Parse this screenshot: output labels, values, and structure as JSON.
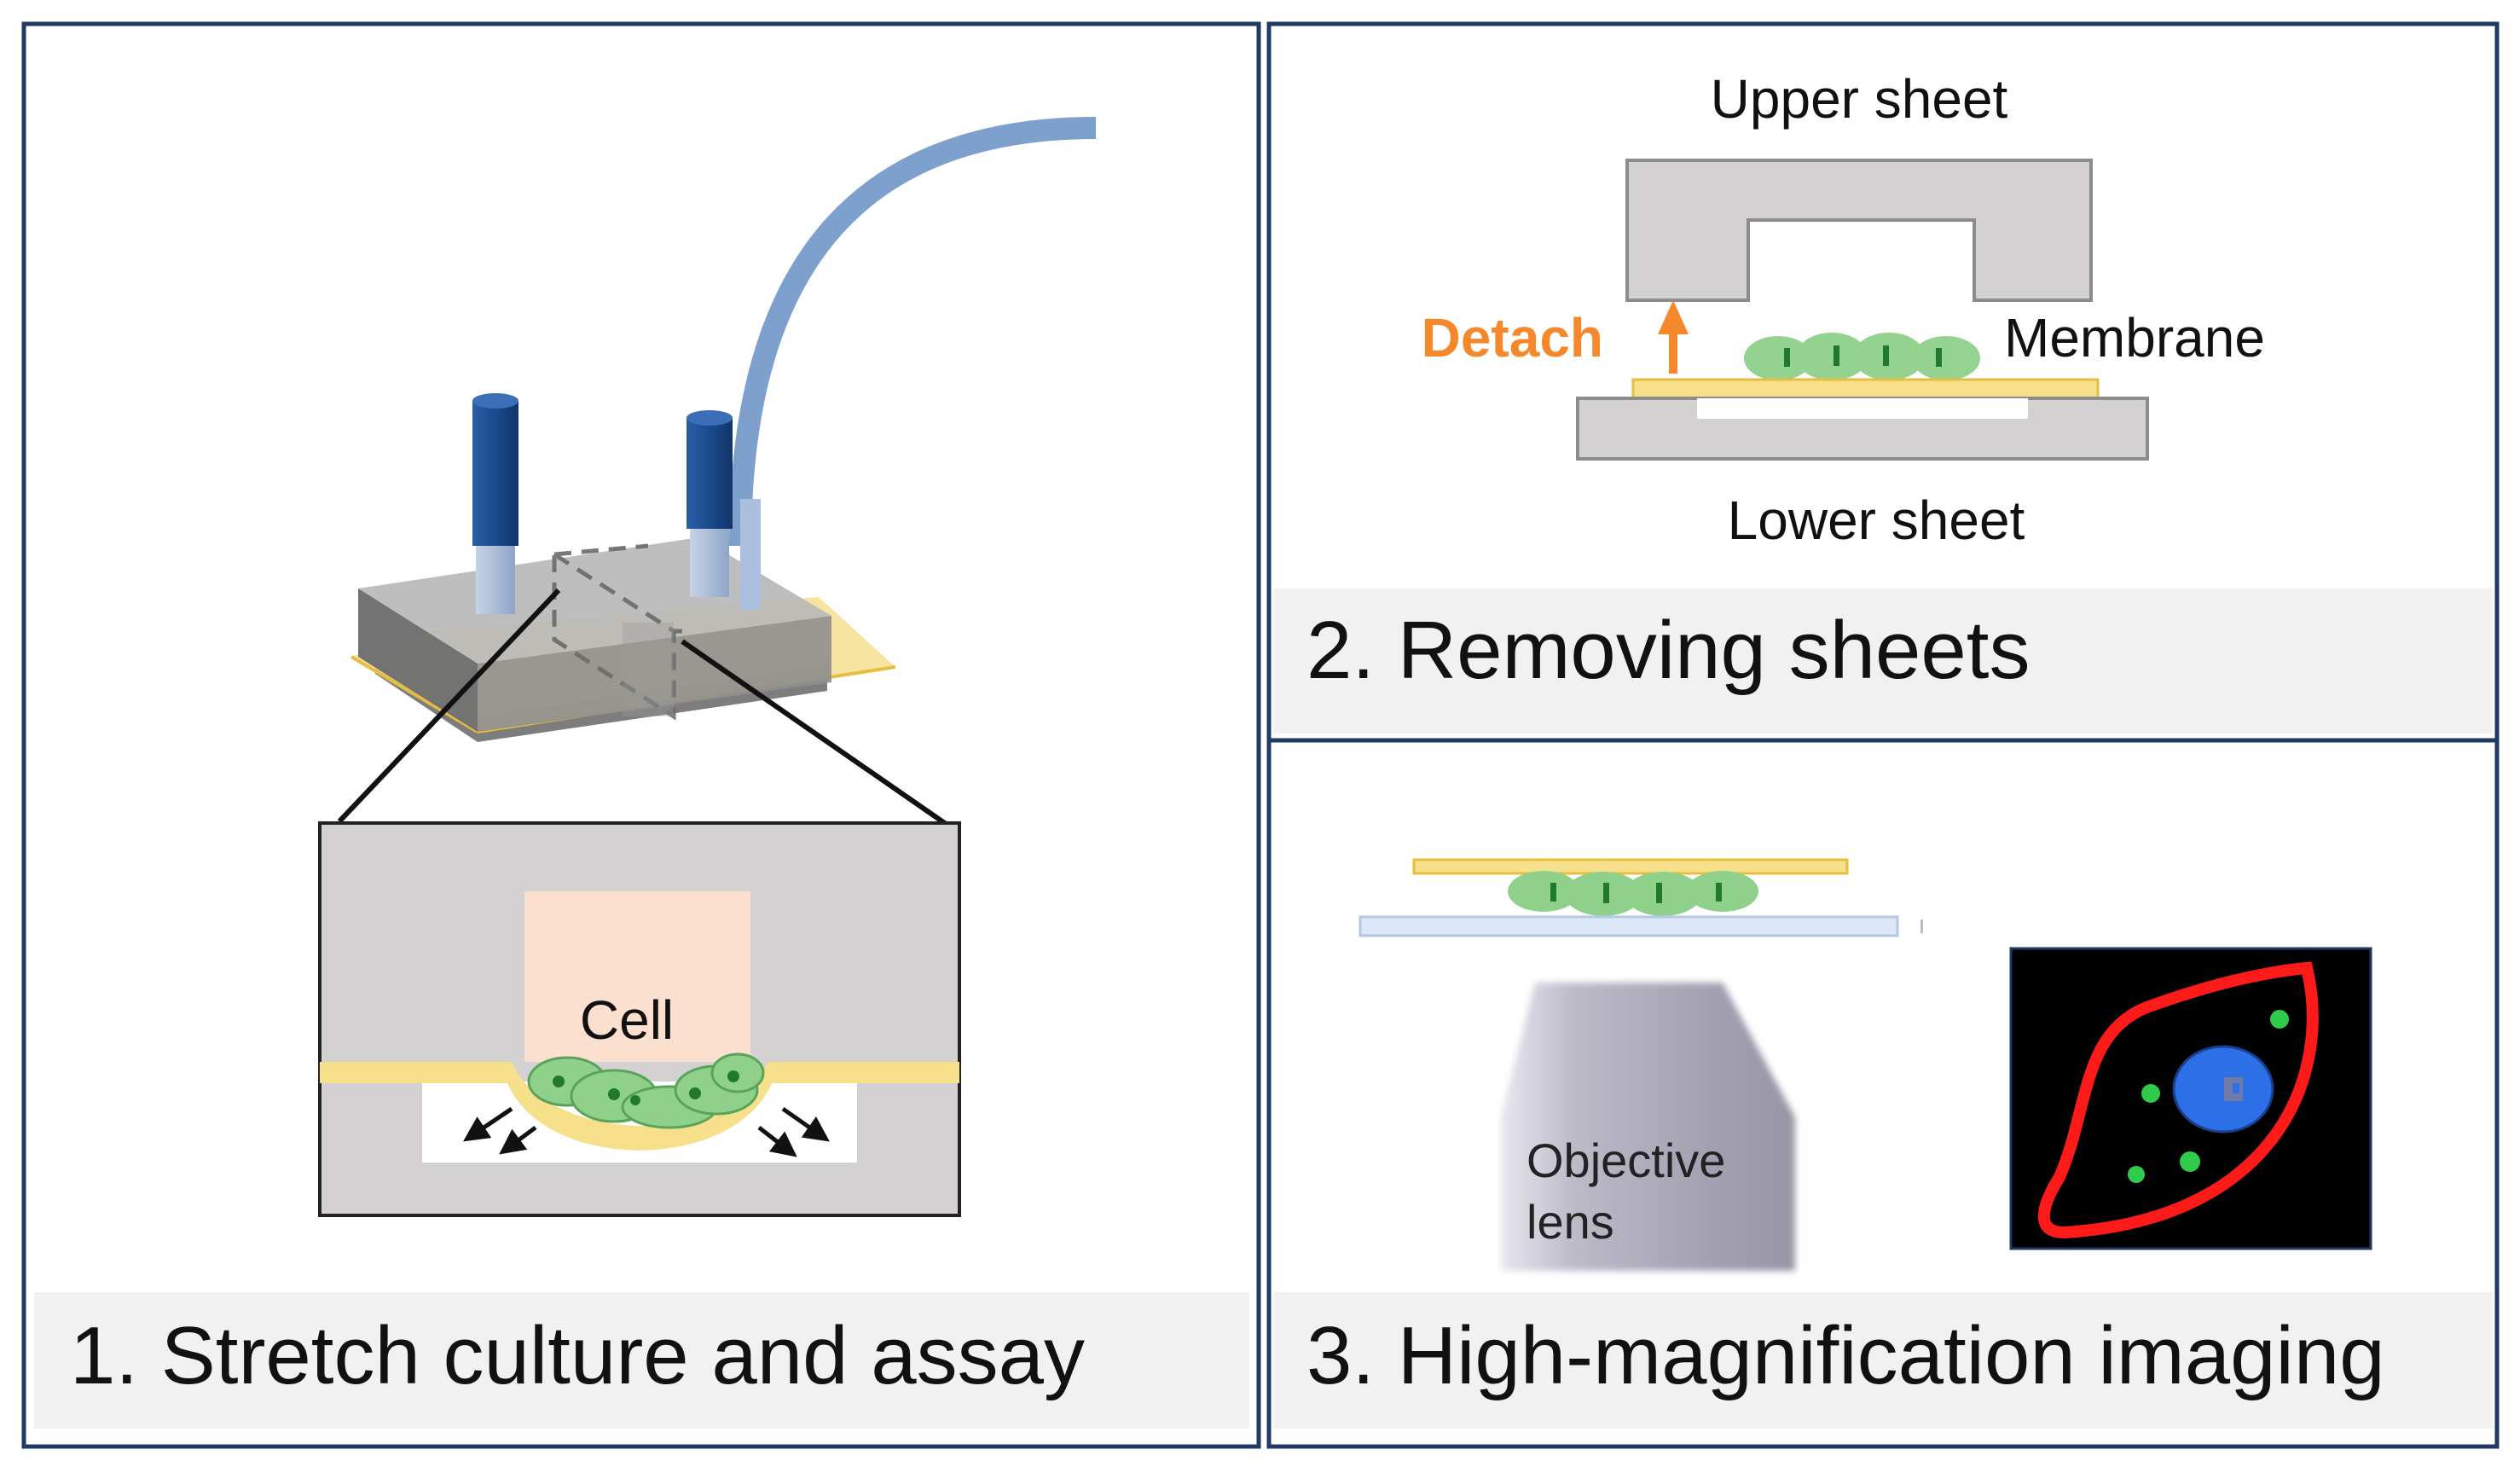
{
  "panels": [
    {
      "caption": "1. Stretch culture and assay",
      "inset_label": "Cell"
    },
    {
      "caption": "2. Removing sheets",
      "upper_label": "Upper sheet",
      "lower_label": "Lower sheet",
      "membrane_label": "Membrane",
      "detach_label": "Detach"
    },
    {
      "caption": "3. High-magnification imaging",
      "objective_label_line1": "Objective",
      "objective_label_line2": "lens"
    }
  ],
  "colors": {
    "frame": "#1f3864",
    "caption_band": "#f1f1f1",
    "membrane": "#f5d57a",
    "cells": "#8fd18a",
    "nuclei": "#1f7a2e",
    "tube": "#7ea0cc",
    "post": "#1e4f8f",
    "chip": "#9a9a9a",
    "sheet": "#d3d1d2",
    "inset_chamber": "#fbe0cf",
    "detach": "#f5882b",
    "cell_outline": "#ff1a1a",
    "nucleus": "#2d6fe6",
    "objective": "#b7b5c2"
  },
  "icons": [
    "device-chip",
    "tube",
    "post",
    "arrow-up",
    "objective-lens",
    "cell-image"
  ]
}
